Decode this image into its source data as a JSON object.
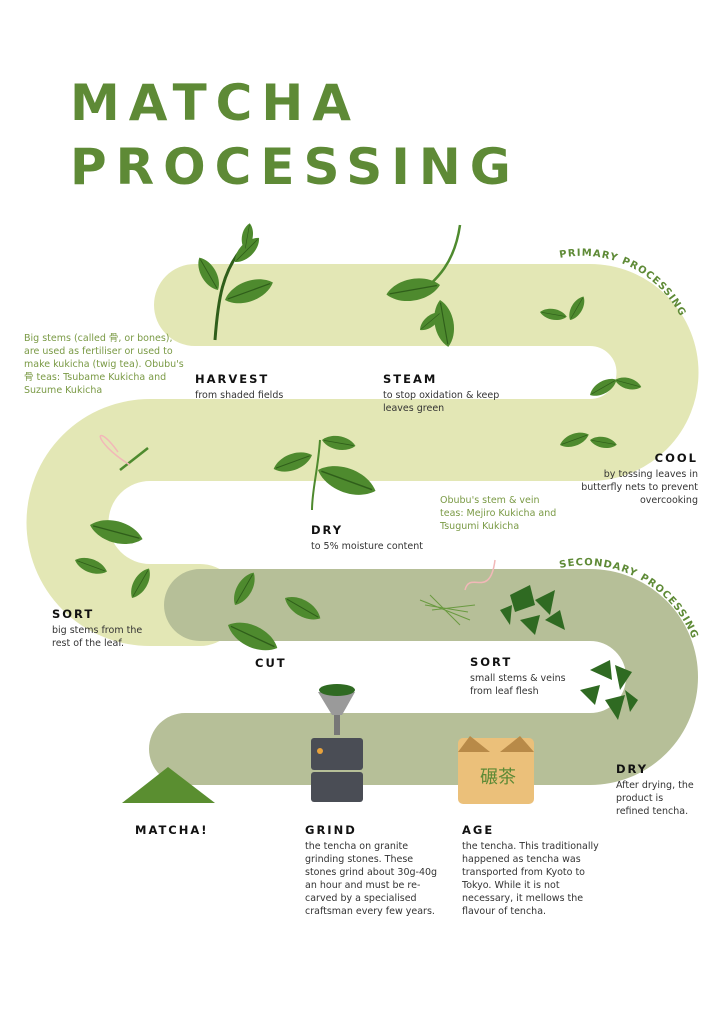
{
  "title": {
    "line1": "MATCHA",
    "line2": "PROCESSING"
  },
  "sections": {
    "primary": "PRIMARY PROCESSING",
    "secondary": "SECONDARY PROCESSING"
  },
  "steps": {
    "harvest": {
      "label": "HARVEST",
      "desc": "from shaded fields"
    },
    "steam": {
      "label": "STEAM",
      "desc": "to stop oxidation & keep leaves green"
    },
    "cool": {
      "label": "COOL",
      "desc": "by tossing leaves in butterfly nets to prevent overcooking"
    },
    "dry1": {
      "label": "DRY",
      "desc": "to 5% moisture content"
    },
    "sort1": {
      "label": "SORT",
      "desc": "big stems from the rest of the leaf."
    },
    "cut": {
      "label": "CUT"
    },
    "sort2": {
      "label": "SORT",
      "desc": "small stems & veins from leaf flesh"
    },
    "dry2": {
      "label": "DRY",
      "desc": "After drying, the product is refined tencha."
    },
    "age": {
      "label": "AGE",
      "desc": "the tencha. This traditionally happened as tencha was transported from Kyoto to Tokyo. While it is not necessary, it mellows the flavour of tencha."
    },
    "grind": {
      "label": "GRIND",
      "desc": "the tencha on granite grinding stones. These stones grind about 30g-40g an hour and must be re-carved by a specialised craftsman every few years."
    },
    "matcha": {
      "label": "MATCHA!"
    }
  },
  "notes": {
    "big_stems": "Big stems (called 骨, or bones), are used as fertiliser or used to make kukicha (twig tea). Obubu's 骨 teas: Tsubame Kukicha and Suzume Kukicha",
    "stem_vein": "Obubu's stem & vein teas: Mejiro Kukicha and Tsugumi Kukicha"
  },
  "box_label": "碾茶",
  "colors": {
    "primary_band": "#e3e7b5",
    "secondary_band": "#b6bf98",
    "title": "#5e8a36",
    "leaf": "#4e8a2e",
    "note": "#7a9a45",
    "arrow": "#f2b8b8",
    "box": "#ebc07a"
  }
}
